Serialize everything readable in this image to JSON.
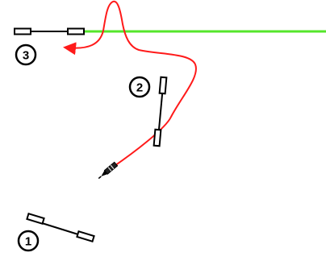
{
  "steps": [
    {
      "number": "1"
    },
    {
      "number": "2"
    },
    {
      "number": "3"
    }
  ],
  "colors": {
    "background": "#ffffff",
    "ink": "#000000",
    "path": "#ff1a1a",
    "line": "#55e62b"
  }
}
